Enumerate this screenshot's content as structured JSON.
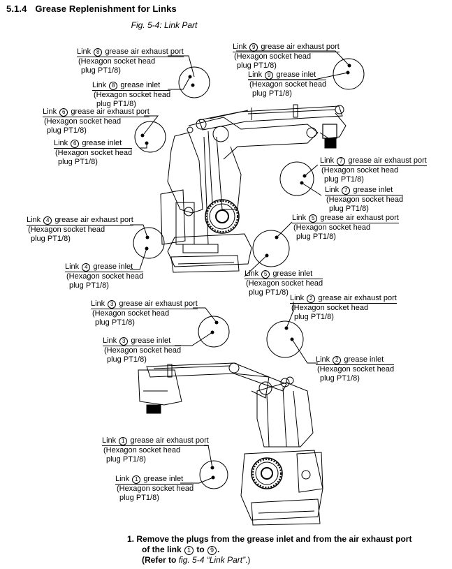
{
  "section": {
    "number": "5.1.4",
    "title": "Grease Replenishment for Links"
  },
  "figure": {
    "caption": "Fig. 5-4: Link Part"
  },
  "callouts": {
    "link8_exhaust": {
      "prefix": "Link",
      "num": "8",
      "text": "grease air exhaust port",
      "line2": "(Hexagon socket head",
      "line3": "plug PT1/8)"
    },
    "link8_inlet": {
      "prefix": "Link",
      "num": "8",
      "text": "grease inlet",
      "line2": "(Hexagon socket head",
      "line3": "plug PT1/8)"
    },
    "link6_exhaust": {
      "prefix": "Link",
      "num": "6",
      "text": "grease air exhaust port",
      "line2": "(Hexagon socket head",
      "line3": "plug PT1/8)"
    },
    "link6_inlet": {
      "prefix": "Link",
      "num": "6",
      "text": "grease inlet",
      "line2": "(Hexagon socket head",
      "line3": "plug PT1/8)"
    },
    "link9_exhaust": {
      "prefix": "Link",
      "num": "9",
      "text": "grease air exhaust port",
      "line2": "(Hexagon socket head",
      "line3": "plug PT1/8)"
    },
    "link9_inlet": {
      "prefix": "Link",
      "num": "9",
      "text": "grease inlet",
      "line2": "(Hexagon socket head",
      "line3": "plug PT1/8)"
    },
    "link7_exhaust": {
      "prefix": "Link",
      "num": "7",
      "text": "grease air exhaust port",
      "line2": "(Hexagon socket head",
      "line3": "plug PT1/8)"
    },
    "link7_inlet": {
      "prefix": "Link",
      "num": "7",
      "text": "grease inlet",
      "line2": "(Hexagon socket head",
      "line3": "plug PT1/8)"
    },
    "link4_exhaust": {
      "prefix": "Link",
      "num": "4",
      "text": "grease air exhaust port",
      "line2": "(Hexagon socket head",
      "line3": "plug PT1/8)"
    },
    "link4_inlet": {
      "prefix": "Link",
      "num": "4",
      "text": "grease inlet",
      "line2": "(Hexagon socket head",
      "line3": "plug PT1/8)"
    },
    "link5_exhaust": {
      "prefix": "Link",
      "num": "5",
      "text": "grease air exhaust port",
      "line2": "(Hexagon socket head",
      "line3": "plug PT1/8)"
    },
    "link5_inlet": {
      "prefix": "Link",
      "num": "5",
      "text": "grease inlet",
      "line2": "(Hexagon socket head",
      "line3": "plug PT1/8)"
    },
    "link3_exhaust": {
      "prefix": "Link",
      "num": "3",
      "text": "grease air exhaust port",
      "line2": "(Hexagon socket head",
      "line3": "plug PT1/8)"
    },
    "link3_inlet": {
      "prefix": "Link",
      "num": "3",
      "text": "grease inlet",
      "line2": "(Hexagon socket head",
      "line3": "plug PT1/8)"
    },
    "link2_exhaust": {
      "prefix": "Link",
      "num": "2",
      "text": "grease air exhaust port",
      "line2": "(Hexagon socket head",
      "line3": "plug PT1/8)"
    },
    "link2_inlet": {
      "prefix": "Link",
      "num": "2",
      "text": "grease inlet",
      "line2": "(Hexagon socket head",
      "line3": "plug PT1/8)"
    },
    "link1_exhaust": {
      "prefix": "Link",
      "num": "1",
      "text": "grease air exhaust port",
      "line2": "(Hexagon socket head",
      "line3": "plug PT1/8)"
    },
    "link1_inlet": {
      "prefix": "Link",
      "num": "1",
      "text": "grease inlet",
      "line2": "(Hexagon socket head",
      "line3": "plug PT1/8)"
    }
  },
  "instructions": {
    "step_number": "1.",
    "line1": "Remove the plugs from the grease inlet and from the air exhaust port",
    "line2_a": "of the link",
    "line2_from": "1",
    "line2_to_word": "to",
    "line2_to": "9",
    "line2_end": ".",
    "line3_a": "(Refer to",
    "line3_fig": "fig. 5-4",
    "line3_title": "“Link Part”",
    "line3_end": ".)"
  }
}
